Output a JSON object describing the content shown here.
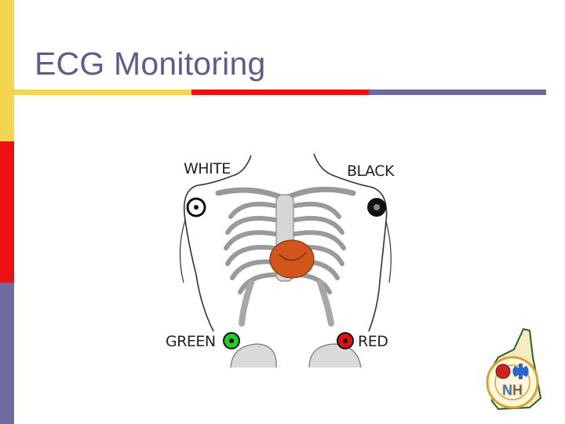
{
  "slide": {
    "title": "ECG Monitoring"
  },
  "leads": {
    "white": "WHITE",
    "black": "BLACK",
    "green": "GREEN",
    "red": "RED"
  },
  "colors": {
    "accent_yellow": "#f3d64e",
    "accent_red": "#ee1111",
    "accent_blue": "#6b6b9e",
    "title_color": "#5d5d8c"
  },
  "logo": {
    "center_text": "NH",
    "icon": "star-of-life-icon"
  }
}
